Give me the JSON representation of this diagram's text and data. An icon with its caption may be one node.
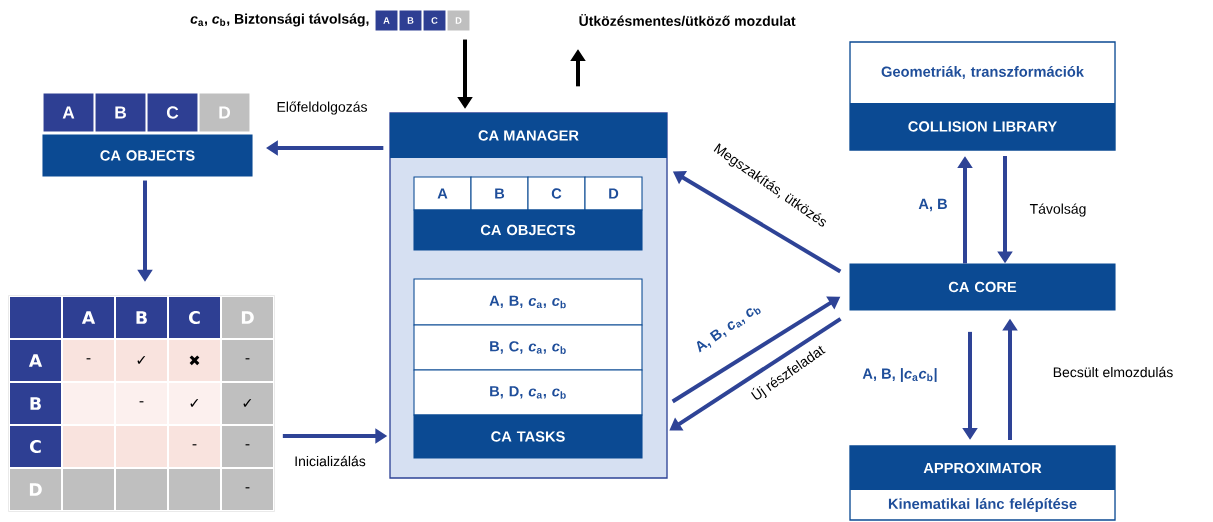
{
  "diagram": {
    "nodes": [
      {
        "text": [
          "*c*$_{a}$, *c*$_{b}$, Biztonsági távolság,"
        ]
      },
      {
        "text": [
          "A"
        ]
      },
      {
        "text": [
          "B"
        ]
      },
      {
        "text": [
          "C"
        ]
      },
      {
        "text": [
          "D"
        ]
      },
      {
        "text": [
          "Ütközésmentes/ütköző mozdulat"
        ]
      },
      {
        "text": [
          "A"
        ]
      },
      {
        "text": [
          "B"
        ]
      },
      {
        "text": [
          "C"
        ]
      },
      {
        "text": [
          "D"
        ]
      },
      {
        "text": [
          "CA OBJECTS"
        ]
      },
      {
        "text": [],
        "shape": "box"
      },
      {
        "text": [
          "CA MANAGER"
        ]
      },
      {
        "text": [
          "A"
        ],
        "in": 12
      },
      {
        "text": [
          "B"
        ],
        "in": 12
      },
      {
        "text": [
          "C"
        ],
        "in": 12
      },
      {
        "text": [
          "D"
        ],
        "in": 12
      },
      {
        "text": [
          "CA OBJECTS"
        ],
        "in": 12
      },
      {
        "text": [
          "A, B, *c*$_{a}$, *c*$_{b}$"
        ],
        "in": 12
      },
      {
        "text": [
          "B, C, *c*$_{a}$, *c*$_{b}$"
        ],
        "in": 12
      },
      {
        "text": [
          "B, D, *c*$_{a}$, *c*$_{b}$"
        ],
        "in": 12
      },
      {
        "text": [
          "CA TASKS"
        ],
        "in": 12
      },
      {
        "text": [
          "Geometriák, transzformációk",
          "COLLISION LIBRARY"
        ]
      },
      {
        "text": [
          "CA CORE"
        ]
      },
      {
        "text": [
          "APPROXIMATOR",
          "Kinematikai lánc felépítése"
        ]
      }
    ],
    "edges": [
      {
        "from": 4,
        "to": 12,
        "arrow": "to",
        "color": "#000000"
      },
      {
        "from": 12,
        "to": 5,
        "arrow": "to",
        "color": "#000000"
      },
      {
        "from": 12,
        "to": 10,
        "arrow": "to",
        "label": "Előfeldolgozás"
      },
      {
        "from": 10,
        "to": 11,
        "arrow": "to"
      },
      {
        "from": 11,
        "to": 12,
        "arrow": "to",
        "label": "Inicializálás"
      },
      {
        "from": 23,
        "to": 12,
        "arrow": "to",
        "label": "Megszakítás, ütközés"
      },
      {
        "from": 12,
        "to": 23,
        "arrow": "to",
        "label": "A, B, *c*$_{a}$, *c*$_{b}$"
      },
      {
        "from": 23,
        "to": 12,
        "arrow": "to",
        "label": "Új részfeladat"
      },
      {
        "from": 23,
        "to": 22,
        "arrow": "to",
        "label": "A, B"
      },
      {
        "from": 22,
        "to": 23,
        "arrow": "to",
        "label": "Távolság"
      },
      {
        "from": 23,
        "to": 24,
        "arrow": "to",
        "label": "A, B, |*c*$_{a}$*c*$_{b}$|"
      },
      {
        "from": 24,
        "to": 23,
        "arrow": "to",
        "label": "Becsült elmozdulás"
      }
    ],
    "labels": [
      "A",
      "B",
      "C",
      "D",
      "A",
      "-",
      "✓",
      "✖",
      "-",
      "B",
      "-",
      "✓",
      "✓",
      "C",
      "-",
      "-",
      "D",
      "-"
    ]
  }
}
